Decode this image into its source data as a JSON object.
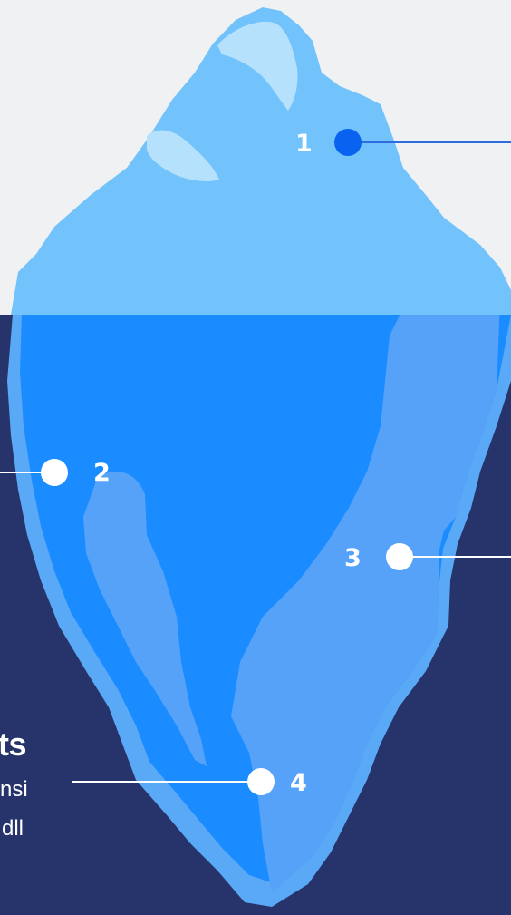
{
  "diagram": {
    "colors": {
      "sky": "#f0f1f3",
      "sea": "#26346b",
      "ice_top": "#72c3fb",
      "ice_top_highlight": "#b5e1fd",
      "ice_under_outer": "#5aa9f7",
      "ice_under_body": "#1a8cff",
      "ice_under_highlight": "#56a2f9",
      "marker_top": "#0a62f0",
      "marker": "#ffffff"
    },
    "markers": [
      {
        "id": "1",
        "label": "1"
      },
      {
        "id": "2",
        "label": "2"
      },
      {
        "id": "3",
        "label": "3"
      },
      {
        "id": "4",
        "label": "4"
      }
    ],
    "clipped_text": {
      "title_fragment": "ts",
      "line1_fragment": "nsi",
      "line2_fragment": "dll"
    }
  }
}
